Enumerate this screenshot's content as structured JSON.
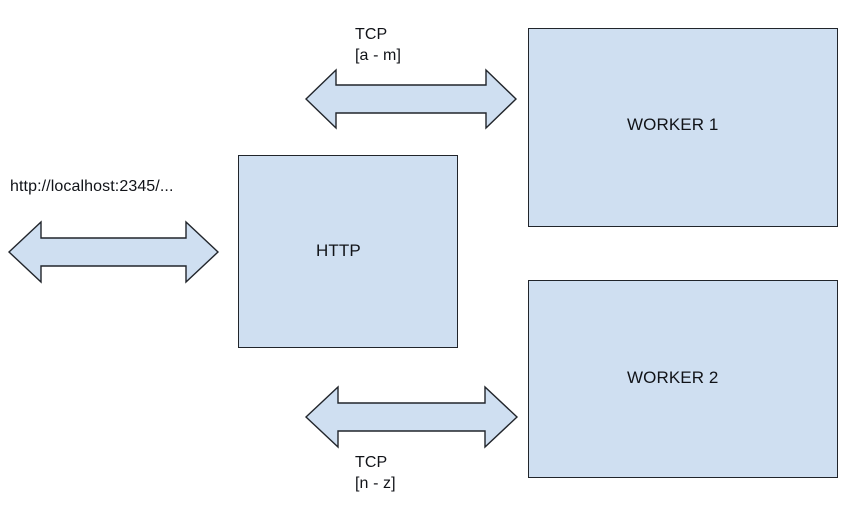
{
  "diagram": {
    "title": "HTTP front-end with two TCP worker processes",
    "background_color": "#ffffff",
    "shape_fill": "#cfdff1",
    "shape_stroke": "#21252b",
    "text_color": "#111318",
    "nodes": [
      {
        "id": "http",
        "label": "HTTP"
      },
      {
        "id": "worker1",
        "label": "WORKER 1"
      },
      {
        "id": "worker2",
        "label": "WORKER 2"
      }
    ],
    "edges": [
      {
        "id": "client-http",
        "icon": "double-arrow-horizontal-icon",
        "label_line1": "http://localhost:2345/...",
        "label_line2": ""
      },
      {
        "id": "http-worker1",
        "icon": "double-arrow-horizontal-icon",
        "label_line1": "TCP",
        "label_line2": "[a - m]"
      },
      {
        "id": "http-worker2",
        "icon": "double-arrow-horizontal-icon",
        "label_line1": "TCP",
        "label_line2": "[n - z]"
      }
    ]
  }
}
